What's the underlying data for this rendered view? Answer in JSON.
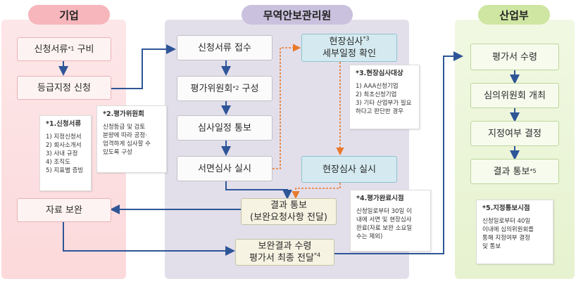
{
  "headers": {
    "company": "기업",
    "institute": "무역안보관리원",
    "ministry": "산업부"
  },
  "company": {
    "box1": {
      "text": "신청서류",
      "sup": "*1",
      "after": " 구비"
    },
    "box2": "등급지정 신청",
    "box3": "자료 보완",
    "note1": {
      "title": "*1.신청서류",
      "lines": [
        "1) 지정신청서",
        "2) 회사소개서",
        "3) 사내 규정",
        "4) 조직도",
        "5) 지표별 증빙"
      ]
    },
    "note2": {
      "title": "*2.평가위원회",
      "lines": [
        "신청등급 및 검토",
        "분량에 따라 공정·",
        "엄격하게 심사할 수",
        "있도록 구성"
      ]
    }
  },
  "institute": {
    "receive": "신청서류 접수",
    "committee": {
      "text": "평가위원회",
      "sup": "*2",
      "after": " 구성"
    },
    "schedule": "심사일정 통보",
    "written": "서면심사 실시",
    "site_schedule": {
      "line1": "현장심사",
      "sup": "*3",
      "line2": "세부일정 확인"
    },
    "site_exec": "현장심사 실시",
    "result": {
      "line1": "결과 통보",
      "line2": "(보완요청사항 전달)"
    },
    "final": {
      "line1": "보완결과 수령",
      "line2": "평가서 최종 전달",
      "sup": "*4"
    },
    "note3": {
      "title": "*3.현장심사대상",
      "lines": [
        "1) AAA신청기업",
        "2) 최초신청기업",
        "3) 기타 산업부가 필요",
        "하다고 판단한 경우"
      ]
    },
    "note4": {
      "title": "*4.평가완료시점",
      "lines": [
        "신청일로부터 30일 이",
        "내에 서면 및 현장심사",
        "완료(자료 보완 소요일",
        "수는 제외)"
      ]
    }
  },
  "ministry": {
    "receive": "평가서 수령",
    "committee": "심의위원회 개최",
    "decision": "지정여부 결정",
    "notify": {
      "text": "결과 통보",
      "sup": "*5"
    },
    "note5": {
      "title": "*5.지정통보시점",
      "lines": [
        "신청일로부터 40일",
        "이내에 심의위원회를",
        "통해 지정여부 결정",
        "및 통보"
      ]
    }
  },
  "colors": {
    "arrow_solid": "#2e5597",
    "arrow_dashed": "#e8792b"
  }
}
